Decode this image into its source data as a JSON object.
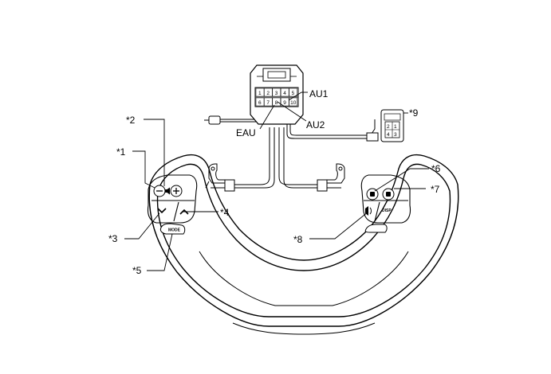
{
  "connector": {
    "pins_top": [
      "1",
      "2",
      "3",
      "4",
      "5"
    ],
    "pins_bottom": [
      "6",
      "7",
      "8",
      "9",
      "10"
    ]
  },
  "labels": {
    "au1": "AU1",
    "au2": "AU2",
    "eau": "EAU",
    "c1": "*1",
    "c2": "*2",
    "c3": "*3",
    "c4": "*4",
    "c5": "*5",
    "c6": "*6",
    "c7": "*7",
    "c8": "*8",
    "c9": "*9"
  },
  "small_connector": {
    "pins": [
      "2",
      "1",
      "4",
      "3"
    ]
  },
  "buttons": {
    "mode": "MODE",
    "disp": "DISP"
  }
}
